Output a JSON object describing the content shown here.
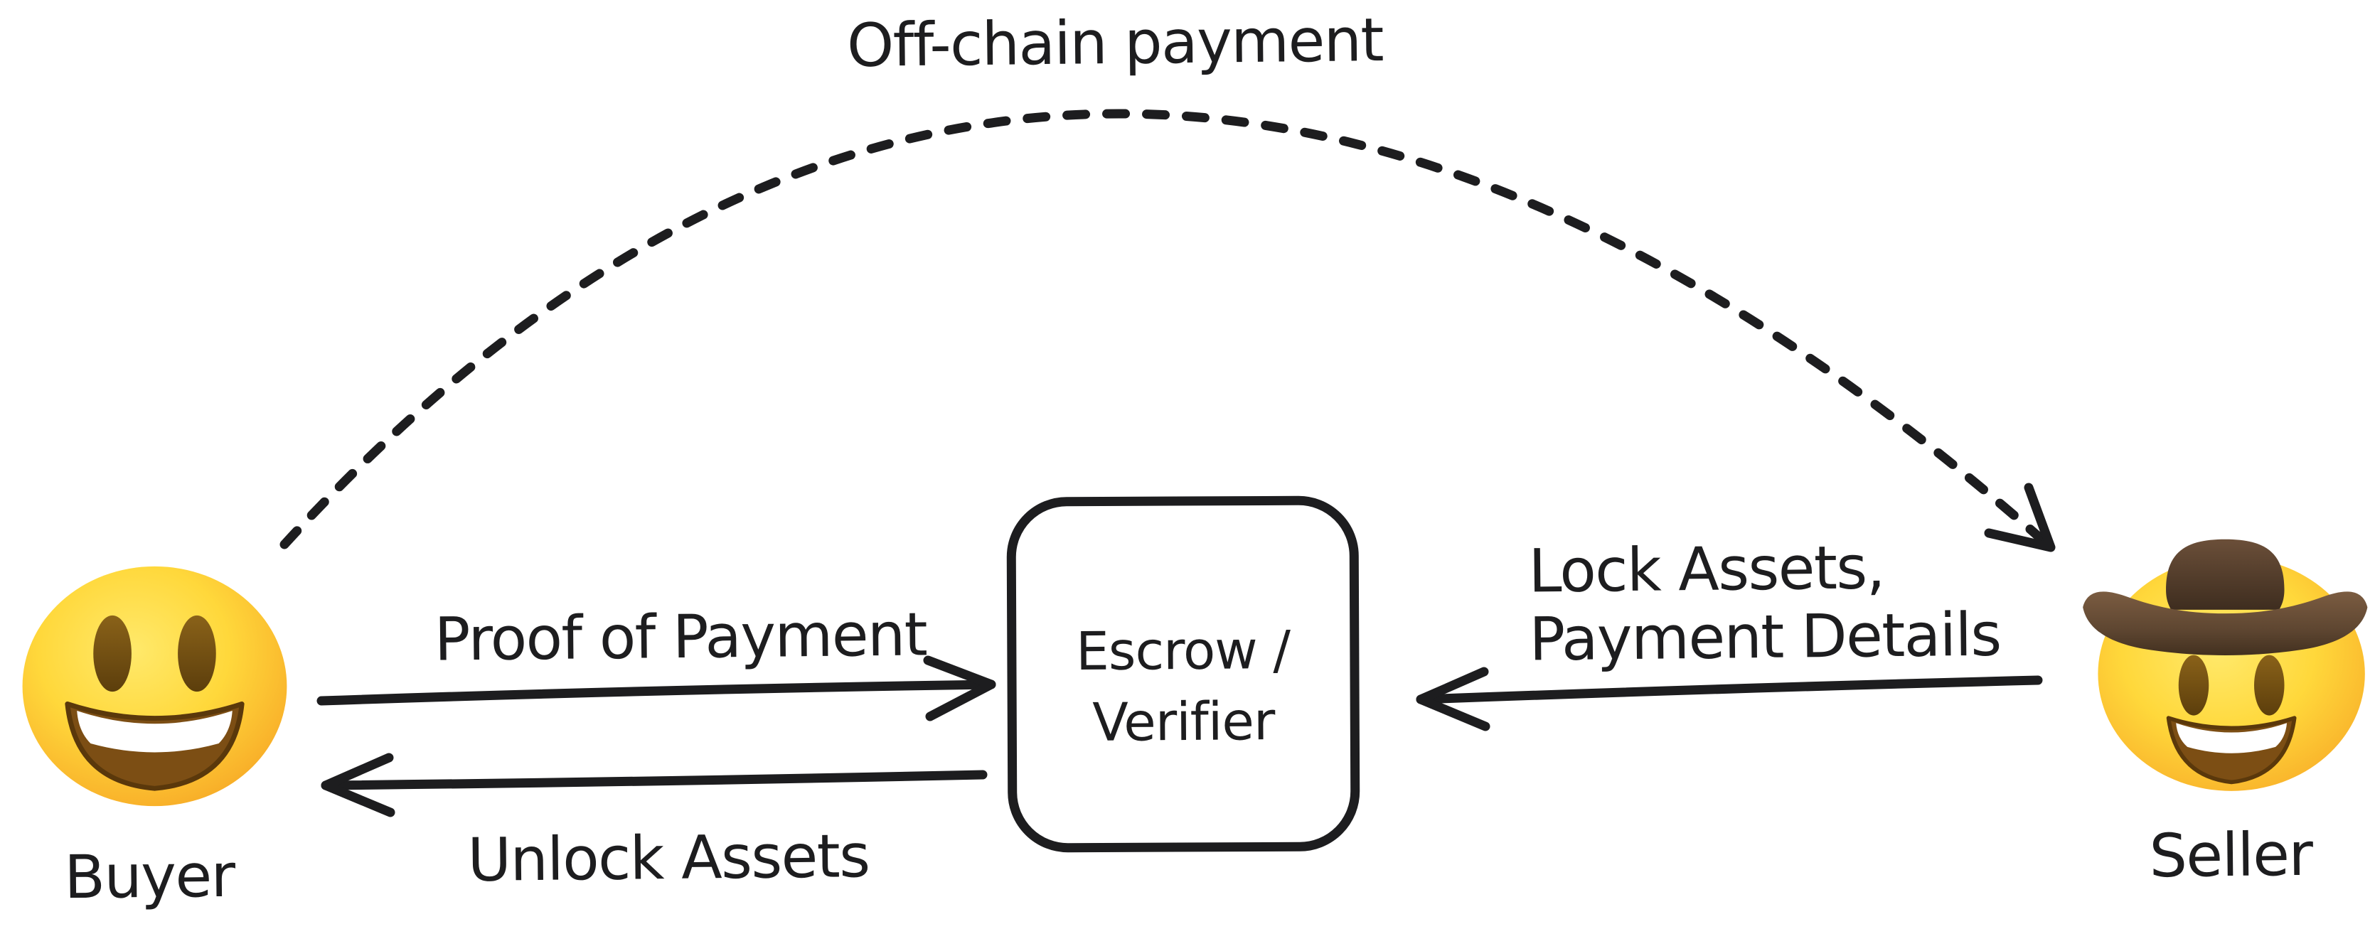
{
  "page": {
    "background": "#ffffff",
    "ink": "#1d1d1f"
  },
  "nodes": {
    "buyer": {
      "label": "Buyer",
      "emoji": "grinning-face"
    },
    "seller": {
      "label": "Seller",
      "emoji": "cowboy-hat-face"
    },
    "escrow": {
      "line1": "Escrow /",
      "line2": "Verifier"
    }
  },
  "edges": {
    "offchain": {
      "label": "Off-chain payment",
      "style": "dashed-curved-arrow",
      "from": "Buyer",
      "to": "Seller"
    },
    "proof": {
      "label": "Proof of Payment",
      "style": "solid-arrow",
      "from": "Buyer",
      "to": "Escrow / Verifier"
    },
    "unlock": {
      "label": "Unlock Assets",
      "style": "solid-arrow",
      "from": "Escrow / Verifier",
      "to": "Buyer"
    },
    "lock": {
      "line1": "Lock Assets,",
      "line2": "Payment Details",
      "style": "solid-arrow",
      "from": "Seller",
      "to": "Escrow / Verifier"
    }
  },
  "colors": {
    "emoji_face_yellow": "#FFD83B",
    "emoji_face_edge_orange": "#F29C1C",
    "emoji_eye_brown": "#76521A",
    "emoji_mouth_brown": "#7C4E14",
    "emoji_teeth_white": "#FFFFFF",
    "hat_brown": "#6E5138",
    "hat_dark_brown": "#4A3626"
  }
}
